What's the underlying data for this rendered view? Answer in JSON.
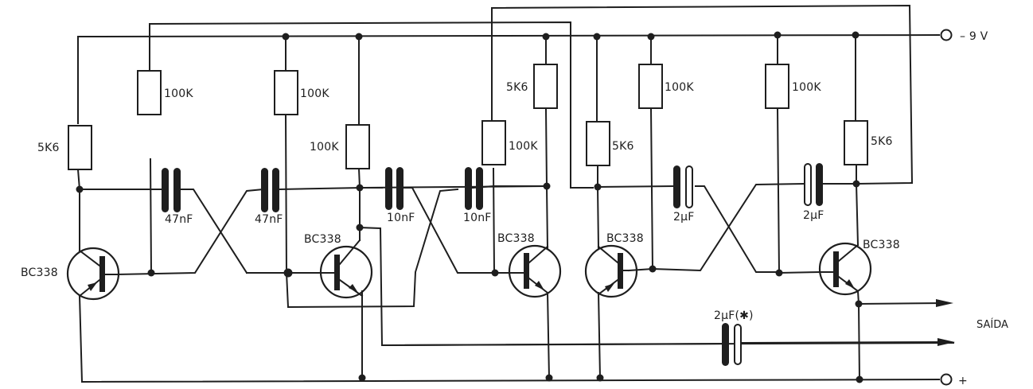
{
  "title": "Astable multivibrator cascade schematic",
  "supply": {
    "negative_label": "– 9 V",
    "positive_label": "+"
  },
  "output": {
    "label": "SAÍDA"
  },
  "resistors": [
    {
      "id": "R1",
      "value": "5K6"
    },
    {
      "id": "R2",
      "value": "100K"
    },
    {
      "id": "R3",
      "value": "100K"
    },
    {
      "id": "R4",
      "value": "100K"
    },
    {
      "id": "R5",
      "value": "100K"
    },
    {
      "id": "R6",
      "value": "5K6"
    },
    {
      "id": "R7",
      "value": "5K6"
    },
    {
      "id": "R8",
      "value": "100K"
    },
    {
      "id": "R9",
      "value": "100K"
    },
    {
      "id": "R10",
      "value": "5K6"
    }
  ],
  "capacitors": [
    {
      "id": "C1",
      "value": "47nF",
      "type": "non-polarized"
    },
    {
      "id": "C2",
      "value": "47nF",
      "type": "non-polarized"
    },
    {
      "id": "C3",
      "value": "10nF",
      "type": "non-polarized"
    },
    {
      "id": "C4",
      "value": "10nF",
      "type": "non-polarized"
    },
    {
      "id": "C5",
      "value": "2µF",
      "type": "electrolytic"
    },
    {
      "id": "C6",
      "value": "2µF",
      "type": "electrolytic"
    },
    {
      "id": "C7",
      "value": "2µF(✱)",
      "type": "electrolytic"
    }
  ],
  "transistors": [
    {
      "id": "Q1",
      "part": "BC338"
    },
    {
      "id": "Q2",
      "part": "BC338"
    },
    {
      "id": "Q3",
      "part": "BC338"
    },
    {
      "id": "Q4",
      "part": "BC338"
    },
    {
      "id": "Q5",
      "part": "BC338"
    },
    {
      "id": "Q6",
      "part": "BC338"
    }
  ],
  "colors": {
    "ink": "#1e1e1e",
    "paper": "#ffffff"
  }
}
